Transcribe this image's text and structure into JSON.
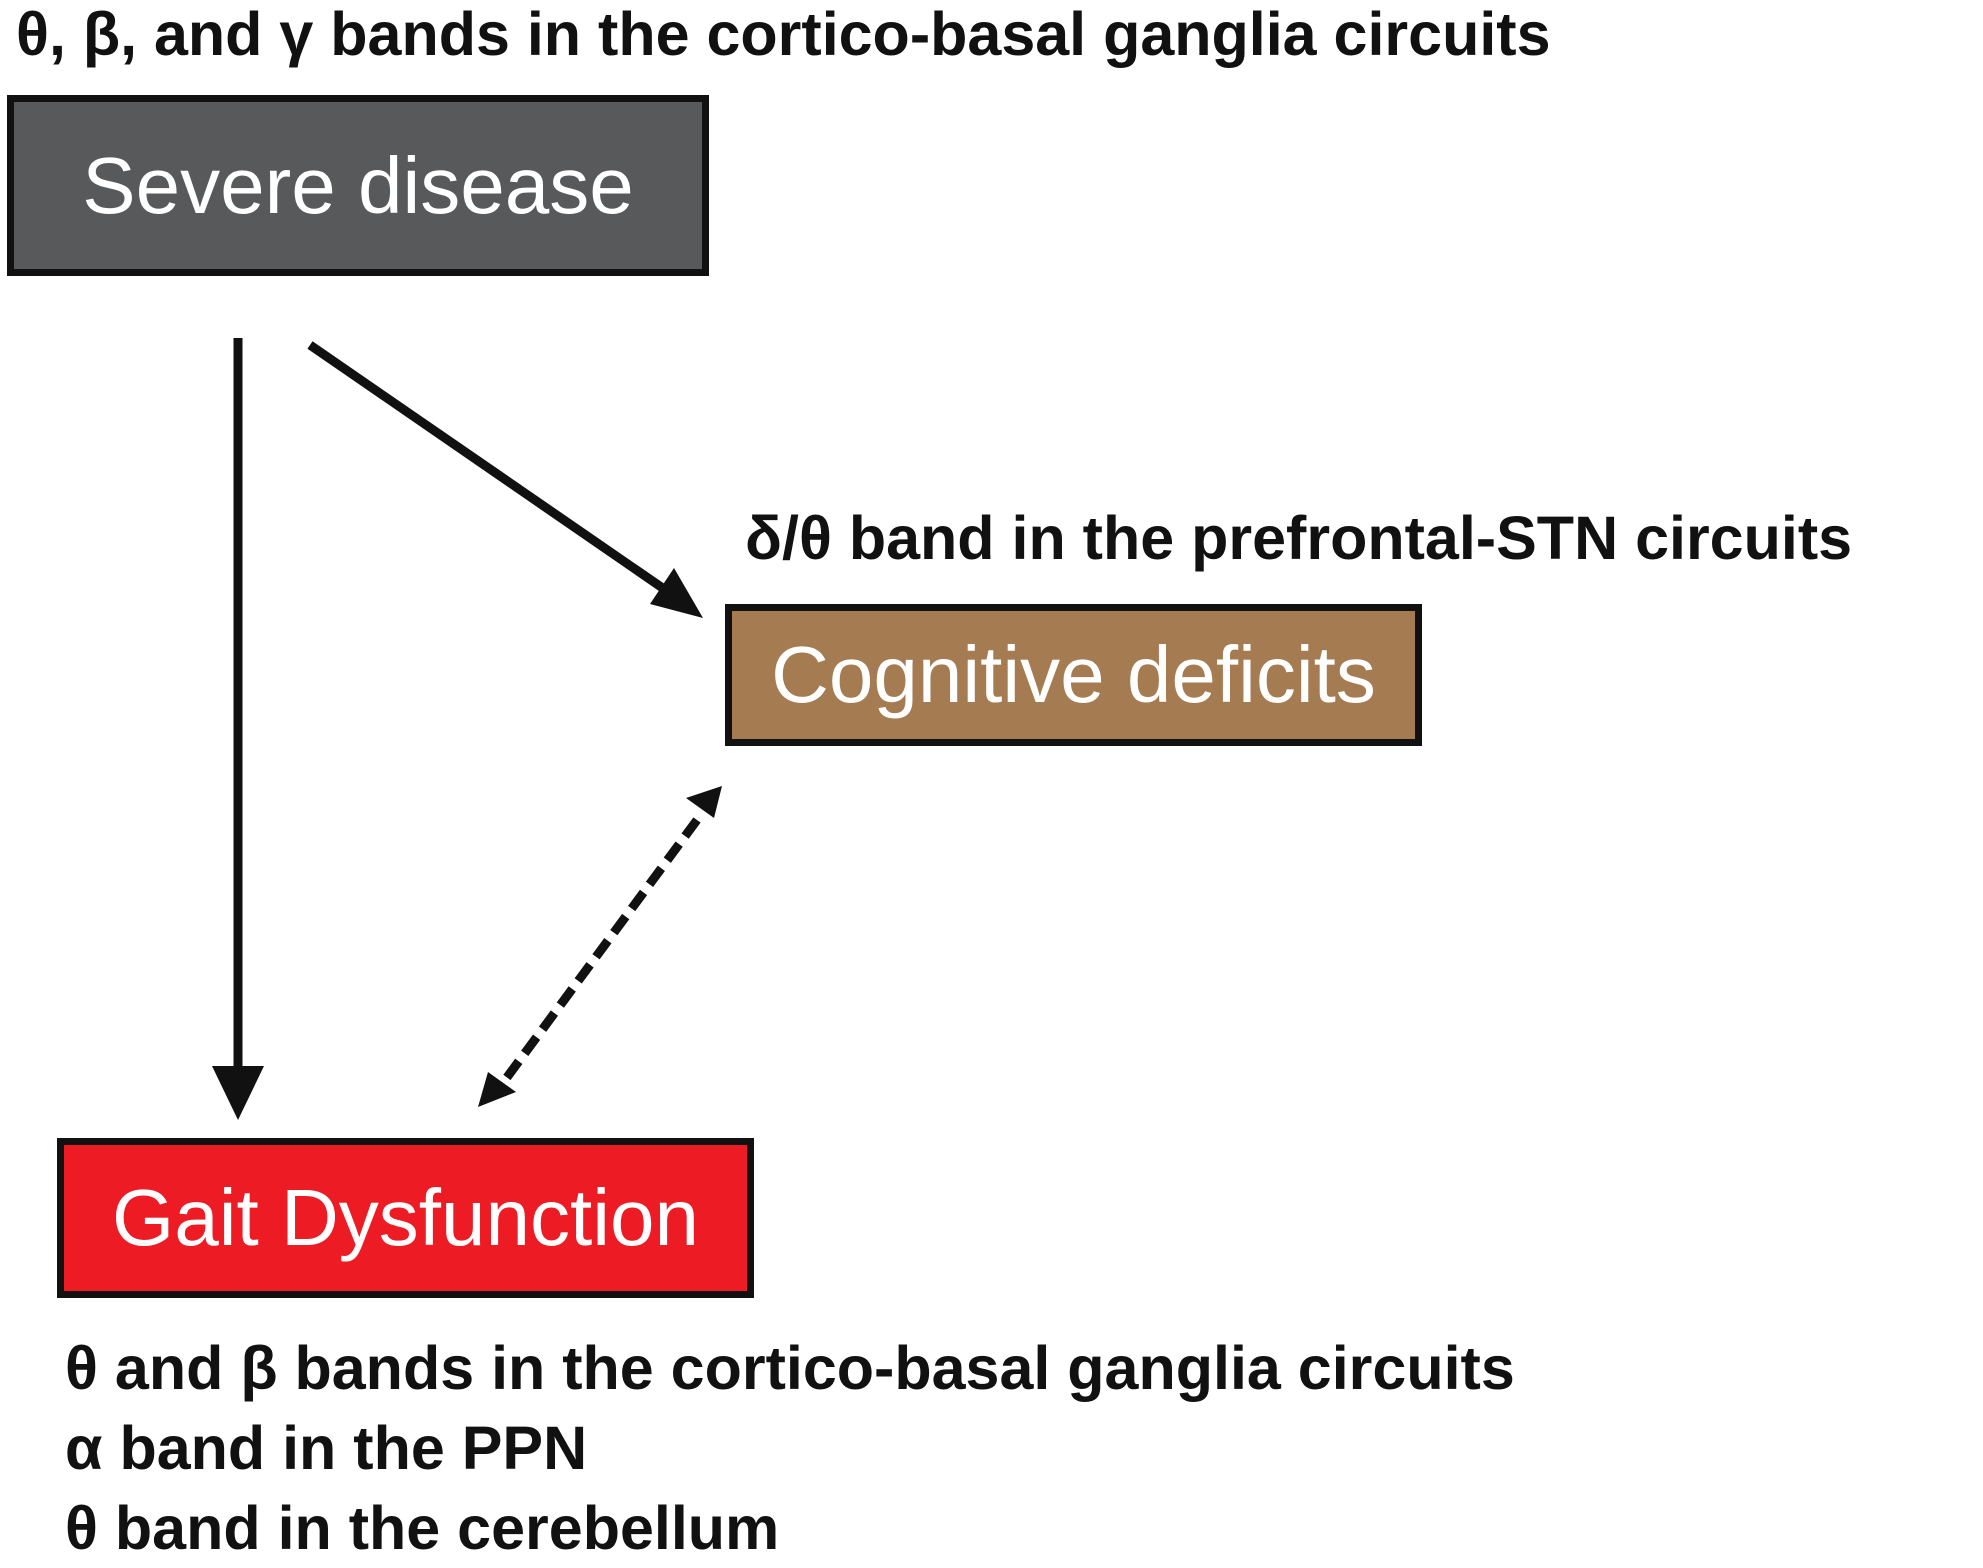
{
  "diagram": {
    "severe_label": "θ, β, and γ bands in the cortico-basal ganglia circuits",
    "cognitive_label": "δ/θ band in the prefrontal-STN circuits",
    "gait_labels": [
      "θ and β bands in the cortico-basal ganglia circuits",
      "α band in the PPN",
      "θ band in the cerebellum"
    ],
    "nodes": {
      "severe": {
        "text": "Severe disease",
        "color": "#58595b"
      },
      "cognitive": {
        "text": "Cognitive deficits",
        "color": "#a57b51"
      },
      "gait": {
        "text": "Gait Dysfunction",
        "color": "#ed1c24"
      }
    },
    "edges": [
      {
        "from": "Severe disease",
        "to": "Gait Dysfunction",
        "style": "solid",
        "direction": "forward"
      },
      {
        "from": "Severe disease",
        "to": "Cognitive deficits",
        "style": "solid",
        "direction": "forward"
      },
      {
        "from": "Cognitive deficits",
        "to": "Gait Dysfunction",
        "style": "dashed",
        "direction": "both"
      }
    ]
  }
}
